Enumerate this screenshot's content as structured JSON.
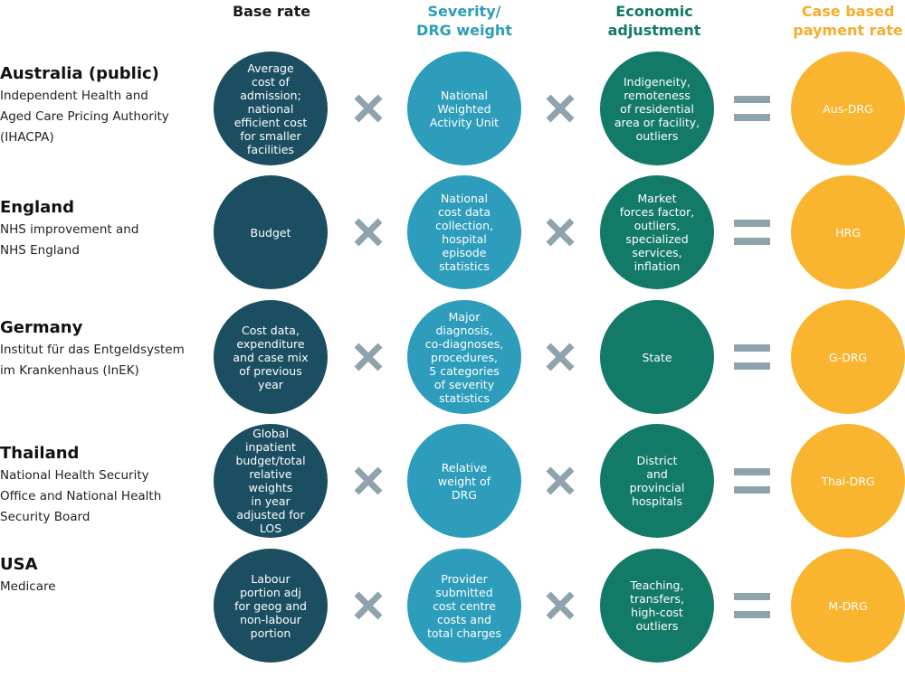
{
  "headers": {
    "base_rate": "Base rate",
    "severity": "Severity/\nDRG weight",
    "economic": "Economic\nadjustment",
    "case_based": "Case based\npayment rate"
  },
  "colors": {
    "base": "#1b4e60",
    "severity": "#2d9dbb",
    "economic": "#127a67",
    "case_based": "#f9b52f",
    "operator": "#8fa3ad"
  },
  "icons": [
    "multiply-icon",
    "equals-icon"
  ],
  "rows": [
    {
      "country": "Australia (public)",
      "agency": "Independent Health and\nAged Care Pricing Authority\n(IHACPA)",
      "base_rate": "Average\ncost of\nadmission;\nnational\nefficient cost\nfor smaller\nfacilities",
      "severity": "National\nWeighted\nActivity Unit",
      "economic": "Indigeneity,\nremoteness\nof residential\narea or facility,\noutliers",
      "payment": "Aus-DRG"
    },
    {
      "country": "England",
      "agency": "NHS improvement and\nNHS England",
      "base_rate": "Budget",
      "severity": "National\ncost data\ncollection,\nhospital\nepisode\nstatistics",
      "economic": "Market\nforces factor,\noutliers,\nspecialized\nservices,\ninflation",
      "payment": "HRG"
    },
    {
      "country": "Germany",
      "agency": "Institut für das Entgeldsystem\nim Krankenhaus (InEK)",
      "base_rate": "Cost data,\nexpenditure\nand case mix\nof previous\nyear",
      "severity": "Major\ndiagnosis,\nco-diagnoses,\nprocedures,\n5 categories\nof severity\nstatistics",
      "economic": "State",
      "payment": "G-DRG"
    },
    {
      "country": "Thailand",
      "agency": "National Health Security\nOffice and National Health\nSecurity Board",
      "base_rate": "Global\ninpatient\nbudget/total\nrelative weights\nin year\nadjusted for\nLOS",
      "severity": "Relative\nweight of\nDRG",
      "economic": "District\nand\nprovincial\nhospitals",
      "payment": "Thai-DRG"
    },
    {
      "country": "USA",
      "agency": "Medicare",
      "base_rate": "Labour\nportion adj\nfor geog and\nnon-labour\nportion",
      "severity": "Provider\nsubmitted\ncost centre\ncosts and\ntotal charges",
      "economic": "Teaching,\ntransfers,\nhigh-cost\noutliers",
      "payment": "M-DRG"
    }
  ]
}
